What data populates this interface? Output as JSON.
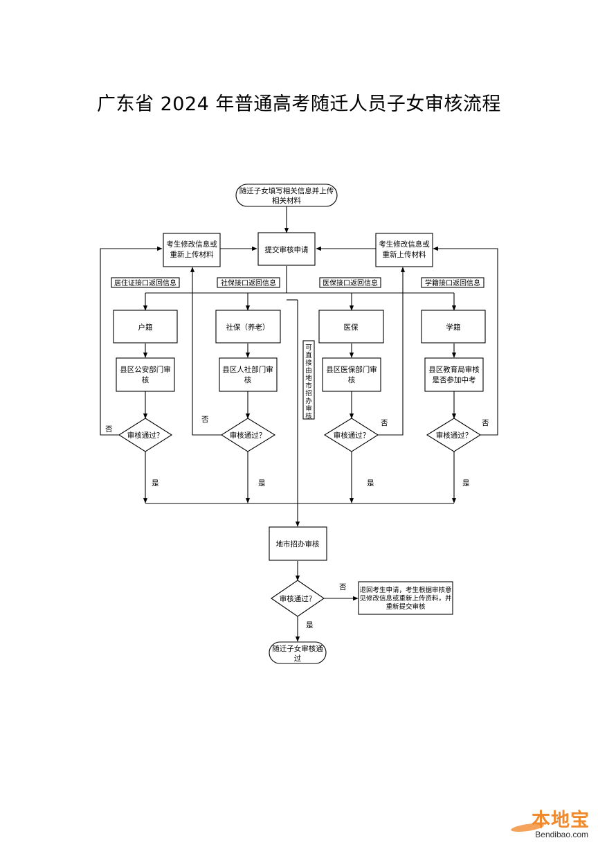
{
  "title": "广东省 2024 年普通高考随迁人员子女审核流程",
  "nodes": {
    "start": [
      "随迁子女填写相关信息并上传",
      "相关材料"
    ],
    "submit": "提交审核申请",
    "modify_left": [
      "考生修改信息或",
      "重新上传材料"
    ],
    "modify_right": [
      "考生修改信息或",
      "重新上传材料"
    ],
    "huji": "户籍",
    "shebao": "社保（养老）",
    "yibao": "医保",
    "xueji": "学籍",
    "review_police": [
      "县区公安部门审",
      "核"
    ],
    "review_hr": [
      "县区人社部门审",
      "核"
    ],
    "review_medical": [
      "县区医保部门审",
      "核"
    ],
    "review_edu": [
      "县区教育局审核",
      "是否参加中考"
    ],
    "city_review": "地市招办审核",
    "return_note": [
      "退回考生申请，考生根据审核意",
      "见修改信息或重新上传资料，并",
      "重新提交审核"
    ],
    "end": [
      "随迁子女审核通",
      "过"
    ],
    "direct": [
      "可",
      "直",
      "接",
      "由",
      "地",
      "市",
      "招",
      "办",
      "审",
      "核"
    ]
  },
  "interfaces": {
    "residence": "居住证接口返回信息",
    "social": "社保接口返回信息",
    "medical": "医保接口返回信息",
    "school": "学籍接口返回信息"
  },
  "decision": "审核通过？",
  "labels": {
    "yes": "是",
    "no": "否"
  },
  "watermark": {
    "cn": "本地宝",
    "en": "Bendibao.com"
  },
  "colors": {
    "line": "#000000",
    "watermark": "#f08a2e"
  }
}
